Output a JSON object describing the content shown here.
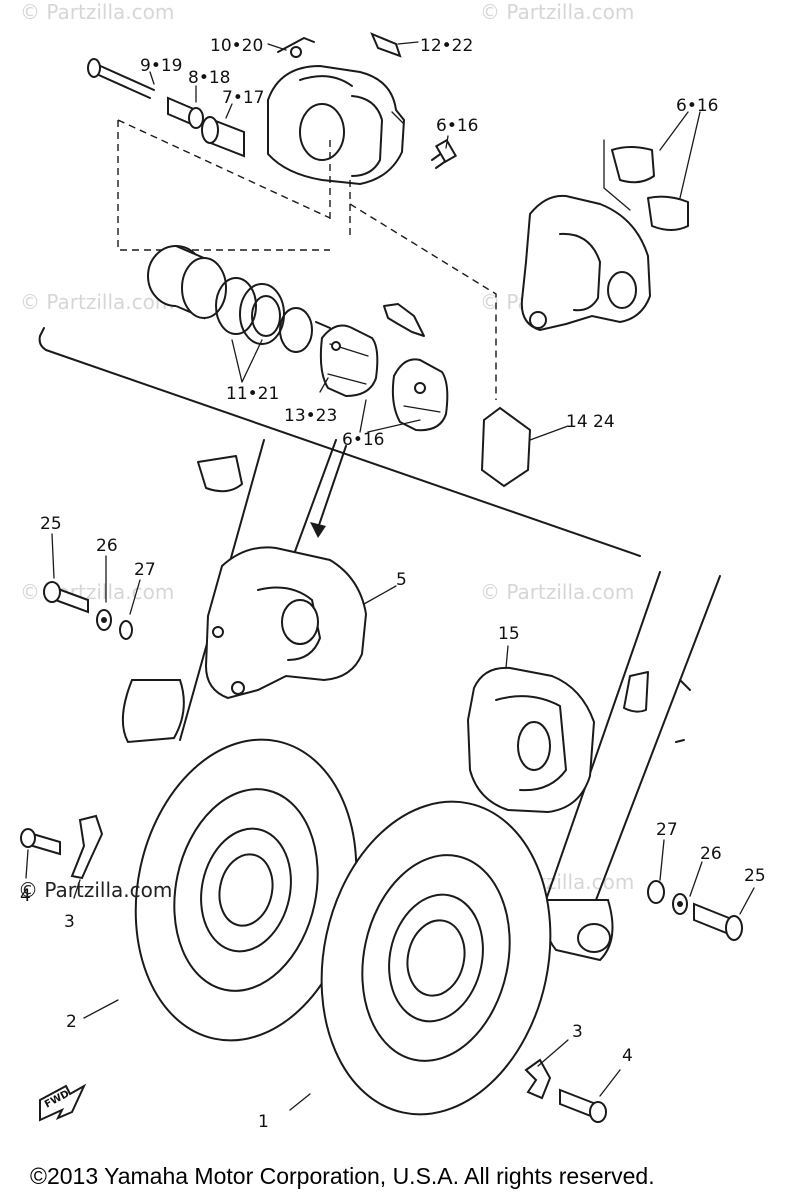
{
  "watermark": {
    "text": "© Partzilla.com",
    "main_text": "© Partzilla.com"
  },
  "callouts": {
    "c_10_20": "10•20",
    "c_12_22": "12•22",
    "c_9_19": "9•19",
    "c_8_18": "8•18",
    "c_7_17": "7•17",
    "c_6_16_a": "6•16",
    "c_6_16_b": "6•16",
    "c_11_21": "11•21",
    "c_13_23": "13•23",
    "c_6_16_c": "6•16",
    "c_14_24": "14 24",
    "c_25_a": "25",
    "c_26_a": "26",
    "c_27_a": "27",
    "c_5": "5",
    "c_15": "15",
    "c_27_b": "27",
    "c_26_b": "26",
    "c_25_b": "25",
    "c_4_a": "4",
    "c_3_a": "3",
    "c_2": "2",
    "c_3_b": "3",
    "c_4_b": "4",
    "c_1": "1"
  },
  "fwd_label": "FWD",
  "footer": "©2013 Yamaha Motor Corporation, U.S.A. All rights reserved."
}
